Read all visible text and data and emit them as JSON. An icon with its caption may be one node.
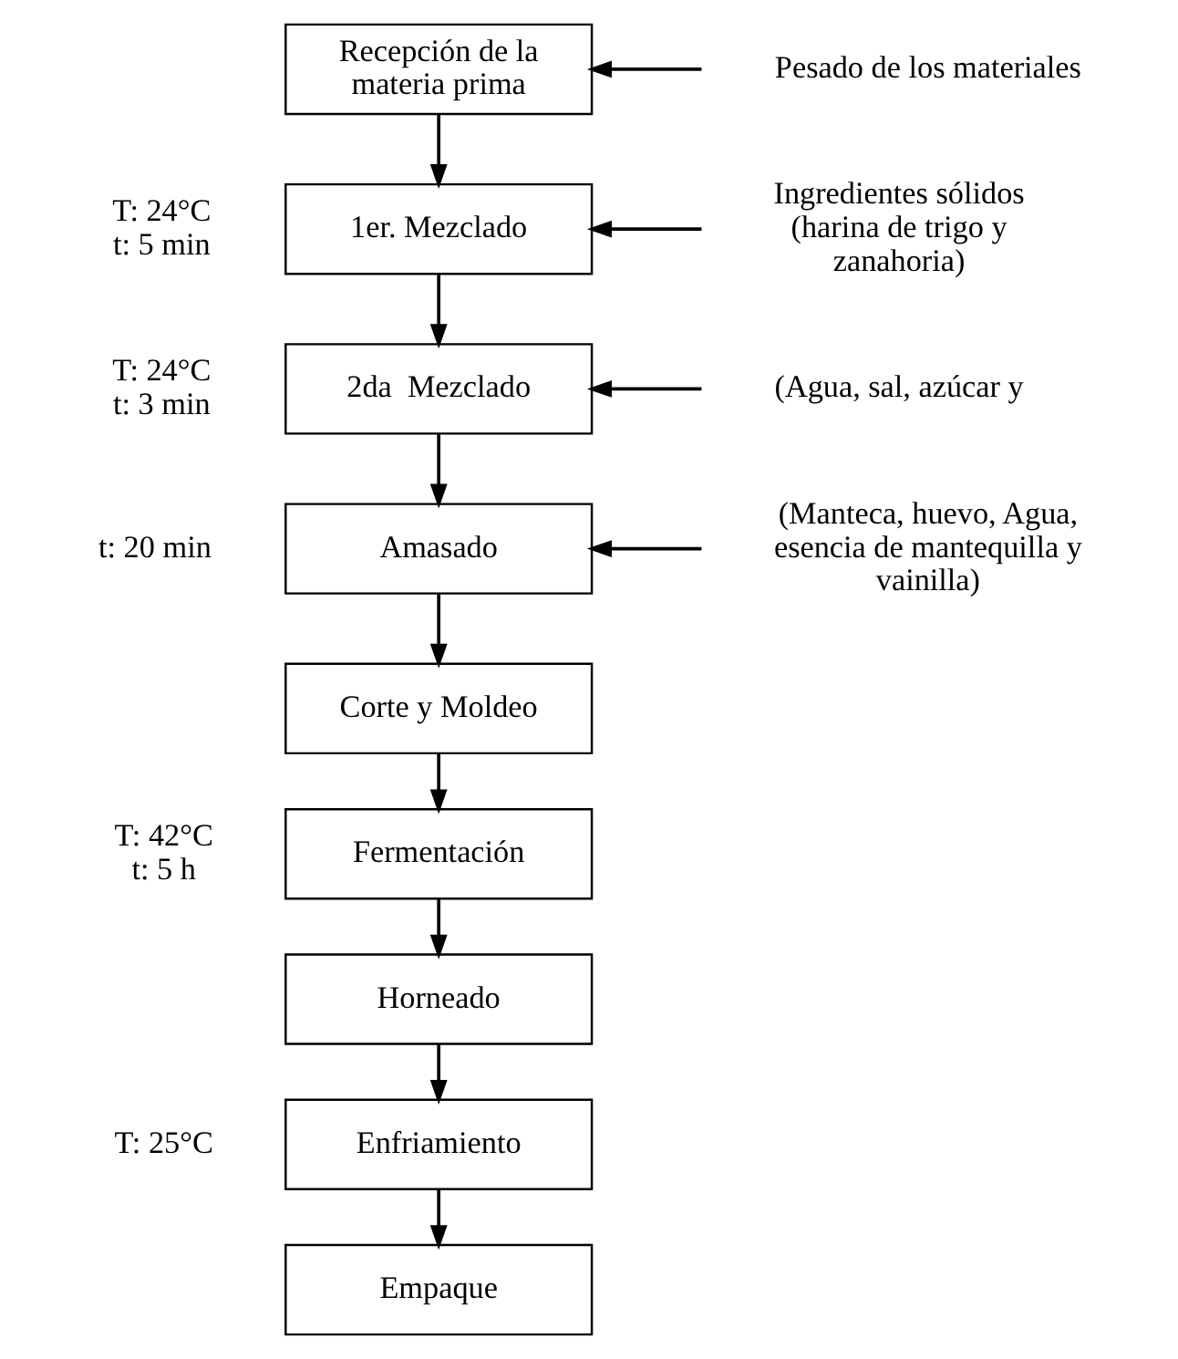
{
  "diagram": {
    "nodes": [
      {
        "text": [
          "Recepción de la materia prima"
        ]
      },
      {
        "text": [
          "1er. Mezclado"
        ],
        "beside": [
          "T: 24°C",
          "t: 5 min"
        ]
      },
      {
        "text": [
          "2da  Mezclado"
        ],
        "beside": [
          "T: 24°C",
          "t: 3 min"
        ]
      },
      {
        "text": [
          "Amasado"
        ],
        "beside": [
          "t: 20 min"
        ]
      },
      {
        "text": [
          "Corte y Moldeo"
        ]
      },
      {
        "text": [
          "Fermentación"
        ],
        "beside": [
          "T: 42°C",
          "t: 5 h"
        ]
      },
      {
        "text": [
          "Horneado"
        ]
      },
      {
        "text": [
          "Enfriamiento"
        ],
        "beside": [
          "T: 25°C"
        ]
      },
      {
        "text": [
          "Empaque"
        ]
      }
    ],
    "edges": [
      {
        "from": 0,
        "to": 1,
        "arrow": "to"
      },
      {
        "from": 1,
        "to": 2,
        "arrow": "to"
      },
      {
        "from": 2,
        "to": 3,
        "arrow": "to"
      },
      {
        "from": 3,
        "to": 4,
        "arrow": "to"
      },
      {
        "from": 4,
        "to": 5,
        "arrow": "to"
      },
      {
        "from": 5,
        "to": 6,
        "arrow": "to"
      },
      {
        "from": 6,
        "to": 7,
        "arrow": "to"
      },
      {
        "from": 7,
        "to": 8,
        "arrow": "to"
      },
      {
        "from": null,
        "to": 0,
        "arrow": "to"
      },
      {
        "from": null,
        "to": 1,
        "arrow": "to"
      },
      {
        "from": null,
        "to": 2,
        "arrow": "to"
      },
      {
        "from": null,
        "to": 3,
        "arrow": "to"
      }
    ],
    "labels": [
      "Pesado de los materiales",
      "Ingredientes sólidos (harina de trigo y zanahoria)",
      "(Agua, sal, azúcar y",
      "(Manteca, huevo, Agua, esencia de mantequilla y vainilla)"
    ]
  }
}
